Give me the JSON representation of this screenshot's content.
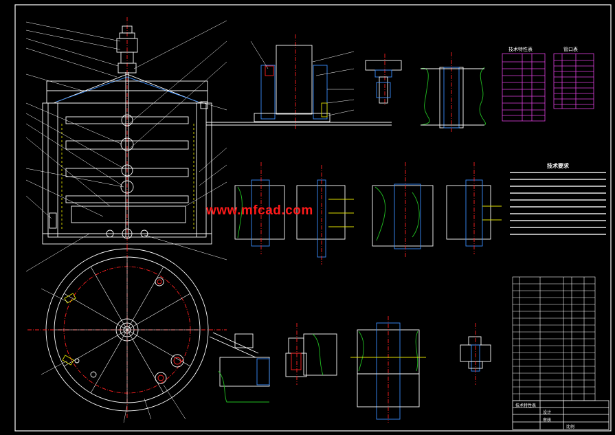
{
  "watermark": "www.mfcad.com",
  "tables": {
    "tech_char_title": "技术特性表",
    "nozzle_title": "管口表",
    "notes_title": "技术要求"
  },
  "title_block": {
    "cell_a": "技术特性表",
    "cell_b": "设计",
    "cell_c": "审核",
    "cell_d": "比例"
  },
  "colors": {
    "background": "#000000",
    "outline": "#ffffff",
    "center_line": "#ff2020",
    "hatch": "#3a8fff",
    "break_line": "#22c022",
    "leader": "#ffffff",
    "yellow_dash": "#e0e000",
    "table_magenta": "#e040e0",
    "watermark": "#ff1a1a"
  }
}
